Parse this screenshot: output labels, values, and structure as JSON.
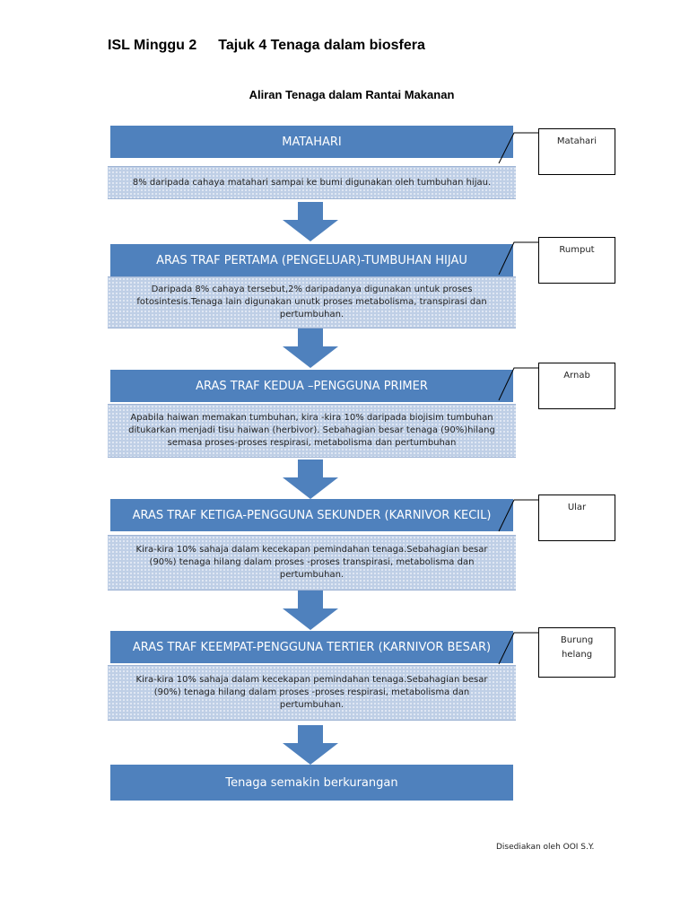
{
  "header": {
    "left": "ISL Minggu 2",
    "right": "Tajuk 4 Tenaga dalam biosfera"
  },
  "subtitle": "Aliran Tenaga dalam Rantai Makanan",
  "levels": [
    {
      "title": "MATAHARI",
      "desc": [
        "8% daripada cahaya matahari sampai ke bumi digunakan oleh tumbuhan hijau."
      ],
      "label": [
        "Matahari"
      ]
    },
    {
      "title": "ARAS TRAF PERTAMA (PENGELUAR)-TUMBUHAN HIJAU",
      "desc": [
        "Daripada 8% cahaya tersebut,2% daripadanya digunakan untuk proses",
        "fotosintesis.Tenaga lain digunakan unutk proses metabolisma, transpirasi dan",
        "pertumbuhan."
      ],
      "label": [
        "Rumput"
      ]
    },
    {
      "title": "ARAS TRAF KEDUA –PENGGUNA PRIMER",
      "desc": [
        "Apabila haiwan memakan tumbuhan, kira  -kira 10% daripada biojisim tumbuhan",
        "ditukarkan menjadi tisu haiwan (herbivor). Sebahagian besar tenaga (90%)hilang",
        "semasa proses-proses respirasi, metabolisma dan pertumbuhan"
      ],
      "label": [
        "Arnab"
      ]
    },
    {
      "title": "ARAS TRAF KETIGA-PENGGUNA SEKUNDER (KARNIVOR KECIL)",
      "desc": [
        "Kira-kira 10% sahaja dalam kecekapan pemindahan tenaga.Sebahagian besar",
        "(90%) tenaga hilang dalam proses  -proses transpirasi, metabolisma dan",
        "pertumbuhan."
      ],
      "label": [
        "Ular"
      ]
    },
    {
      "title": "ARAS TRAF KEEMPAT-PENGGUNA TERTIER (KARNIVOR BESAR)",
      "desc": [
        "Kira-kira 10% sahaja dalam kecekapan pemindahan tenaga.Sebahagian besar",
        "(90%) tenaga hilang dalam proses  -proses respirasi, metabolisma dan",
        "pertumbuhan."
      ],
      "label": [
        "Burung",
        "helang"
      ]
    }
  ],
  "final": "Tenaga semakin berkurangan",
  "footer": "Disediakan oleh OOI S.Y.",
  "colors": {
    "title_fill": "#4f81bd",
    "desc_fill": "#bfcfe6",
    "arrow_fill": "#4f81bd"
  }
}
